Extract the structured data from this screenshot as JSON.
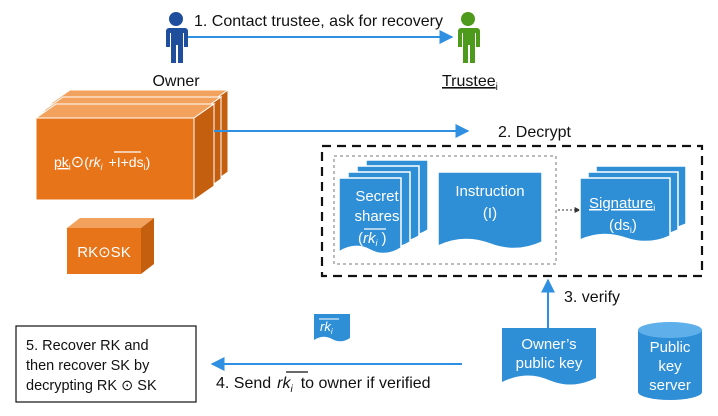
{
  "actors": {
    "owner": "Owner",
    "trustee": "Trustee",
    "trustee_sub": "i"
  },
  "steps": {
    "step1": "1. Contact trustee, ask for recovery",
    "step2": "2. Decrypt",
    "step3": "3. verify",
    "step4_prefix": "4. Send",
    "step4_suffix": "to owner if verified",
    "step5_line1": "5. Recover RK and",
    "step5_line2": "then recover SK by",
    "step5_line3": "decrypting RK ⊙ SK"
  },
  "boxes": {
    "pk_prefix": "pk",
    "pk_sub": "i",
    "pk_odot": "⊙",
    "pk_open": "(",
    "pk_rk": "rk",
    "pk_rk_sub": "i",
    "pk_tail": "+I+ds",
    "pk_tail_sub": "i",
    "pk_close": ")",
    "rksk": "RK⊙SK"
  },
  "docs": {
    "secret_line1": "Secret",
    "secret_line2": "shares",
    "secret_open": "(",
    "secret_rk": "rk",
    "secret_rk_sub": "i",
    "secret_close": ")",
    "instruction_line1": "Instruction",
    "instruction_line2": "(I)",
    "signature": "Signature",
    "signature_sub": "i",
    "signature_open": "(ds",
    "signature_open_sub": "i",
    "signature_close": ")",
    "rk_small": "rk",
    "rk_small_sub": "i",
    "owner_pk_line1": "Owner’s",
    "owner_pk_line2": "public key",
    "step4_rk": "rk",
    "step4_rk_sub": "i"
  },
  "server": {
    "line1": "Public",
    "line2": "key",
    "line3": "server"
  },
  "colors": {
    "owner": "#1f4e9c",
    "trustee": "#4e9a1c",
    "orange_front": "#e8741a",
    "orange_top": "#f3a25e",
    "orange_side": "#c45f10",
    "blue_doc": "#2e8ed6",
    "arrow": "#2f8fe0"
  }
}
